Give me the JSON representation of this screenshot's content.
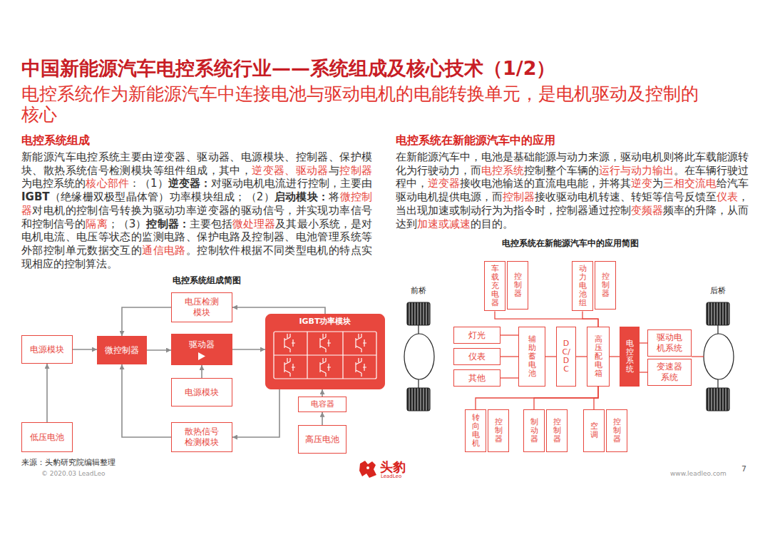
{
  "diagram": {
    "title": "中国新能源汽车电控系统行业——系统组成及核心技术（1/2）",
    "nodes": [
      {
        "text": [
          "电源模块"
        ]
      },
      {
        "text": [
          "微控制器"
        ]
      },
      {
        "text": [
          "驱动器"
        ]
      },
      {
        "text": [
          "电压检测模块"
        ]
      },
      {
        "text": [
          "IGBT功率模块"
        ]
      },
      {
        "text": [
          "电源模块"
        ]
      },
      {
        "text": [
          "散热信号检测模块"
        ]
      },
      {
        "text": [
          "低压电池"
        ]
      },
      {
        "text": [
          "电容器"
        ]
      },
      {
        "text": [
          "高压电池"
        ]
      },
      {
        "text": [
          "车载充电器"
        ]
      },
      {
        "text": [
          "控制器"
        ]
      },
      {
        "text": [
          "动力电池组"
        ]
      },
      {
        "text": [
          "控制器"
        ]
      },
      {
        "text": [
          "灯光"
        ]
      },
      {
        "text": [
          "仪表"
        ]
      },
      {
        "text": [
          "其他"
        ]
      },
      {
        "text": [
          "辅助蓄电池"
        ]
      },
      {
        "text": [
          "DC/DC"
        ]
      },
      {
        "text": [
          "高压配电箱"
        ]
      },
      {
        "text": [
          "电控系统"
        ]
      },
      {
        "text": [
          "驱动电机系统"
        ]
      },
      {
        "text": [
          "变速器系统"
        ]
      },
      {
        "text": [
          "转向电机"
        ]
      },
      {
        "text": [
          "控制器"
        ]
      },
      {
        "text": [
          "制动器"
        ]
      },
      {
        "text": [
          "控制器"
        ]
      },
      {
        "text": [
          "空调"
        ]
      },
      {
        "text": [
          "控制器"
        ]
      }
    ],
    "edges": [
      {
        "from": 7,
        "to": 0,
        "arrow": "to"
      },
      {
        "from": 0,
        "to": 1,
        "arrow": "to"
      },
      {
        "from": 1,
        "to": 2,
        "arrow": "to"
      },
      {
        "from": 2,
        "to": 4,
        "arrow": "to"
      },
      {
        "from": 3,
        "to": 1,
        "arrow": "to"
      },
      {
        "from": 4,
        "to": 3,
        "arrow": "to"
      },
      {
        "from": 5,
        "to": 2,
        "arrow": "to"
      },
      {
        "from": 6,
        "to": 1,
        "arrow": "to"
      },
      {
        "from": 4,
        "to": 6,
        "arrow": "to"
      },
      {
        "from": 8,
        "to": 4,
        "arrow": "to"
      },
      {
        "from": 9,
        "to": 8,
        "arrow": "to"
      },
      {
        "from": 14,
        "to": 17,
        "arrow": "none"
      },
      {
        "from": 15,
        "to": 17,
        "arrow": "none"
      },
      {
        "from": 16,
        "to": 17,
        "arrow": "none"
      },
      {
        "from": 17,
        "to": 18,
        "arrow": "none"
      },
      {
        "from": 18,
        "to": 19,
        "arrow": "none"
      },
      {
        "from": 19,
        "to": 20,
        "arrow": "none"
      },
      {
        "from": 20,
        "to": 21,
        "arrow": "none"
      },
      {
        "from": 20,
        "to": 22,
        "arrow": "none"
      },
      {
        "from": 10,
        "to": 19,
        "arrow": "none"
      },
      {
        "from": 12,
        "to": 19,
        "arrow": "none"
      },
      {
        "from": 23,
        "to": 19,
        "arrow": "none"
      },
      {
        "from": 25,
        "to": 19,
        "arrow": "none"
      },
      {
        "from": 27,
        "to": 19,
        "arrow": "none"
      }
    ],
    "labels": [
      "电控系统作为新能源汽车中连接电池与驱动电机的电能转换单元，是电机驱动及控制的核心",
      "电控系统组成",
      "新能源汽车电控系统主要由逆变器、驱动器、电源模块、控制器、保护模块、散热系统信号检测模块等组件组成，其中，",
      "逆变器、驱动器",
      "与",
      "控制器",
      "为电控系统的",
      "核心部件",
      "：（1）",
      "逆变器：",
      "对驱动电机电流进行控制，主要由",
      "IGBT",
      "（绝缘栅双极型晶体管）功率模块组成；（2）",
      "启动模块：",
      "将",
      "微控制器",
      "对电机的控制信号转换为驱动功率逆变器的驱动信号，并实现功率信号和控制信号的",
      "隔离",
      "；（3）",
      "控制器：",
      "主要包括",
      "微处理器",
      "及其最小系统，是对电机电流、电压等状态的监测电路、保护电路及控制器、电池管理系统等外部控制单元数据交互的",
      "通信电路",
      "。控制软件根据不同类型电机的特点实现相应的控制算法。",
      "电控系统在新能源汽车中的应用",
      "在新能源汽车中，电池是基础能源与动力来源，驱动电机则将此车载能源转化为行驶动力，而",
      "电控系统",
      "控制整个车辆的",
      "运行与动力输出",
      "。在车辆行驶过程中，",
      "逆变器",
      "接收电池输送的直流电电能，并将其",
      "逆变",
      "为",
      "三相交流电",
      "给汽车驱动电机提供电源，而",
      "控制器",
      "接收驱动电机转速、转矩等信号反馈至",
      "仪表",
      "，当出现加速或制动行为为指令时，控制器通过控制",
      "变频器",
      "频率的升降，从而达到",
      "加速或减速",
      "的目的。",
      "电控系统组成简图",
      "电控系统在新能源汽车中的应用简图",
      "前桥",
      "后桥",
      "来源：头豹研究院编辑整理",
      "© 2020.03 LeadLeo",
      "头豹",
      "LeadLeo",
      "www.leadleo.com",
      "7"
    ]
  }
}
